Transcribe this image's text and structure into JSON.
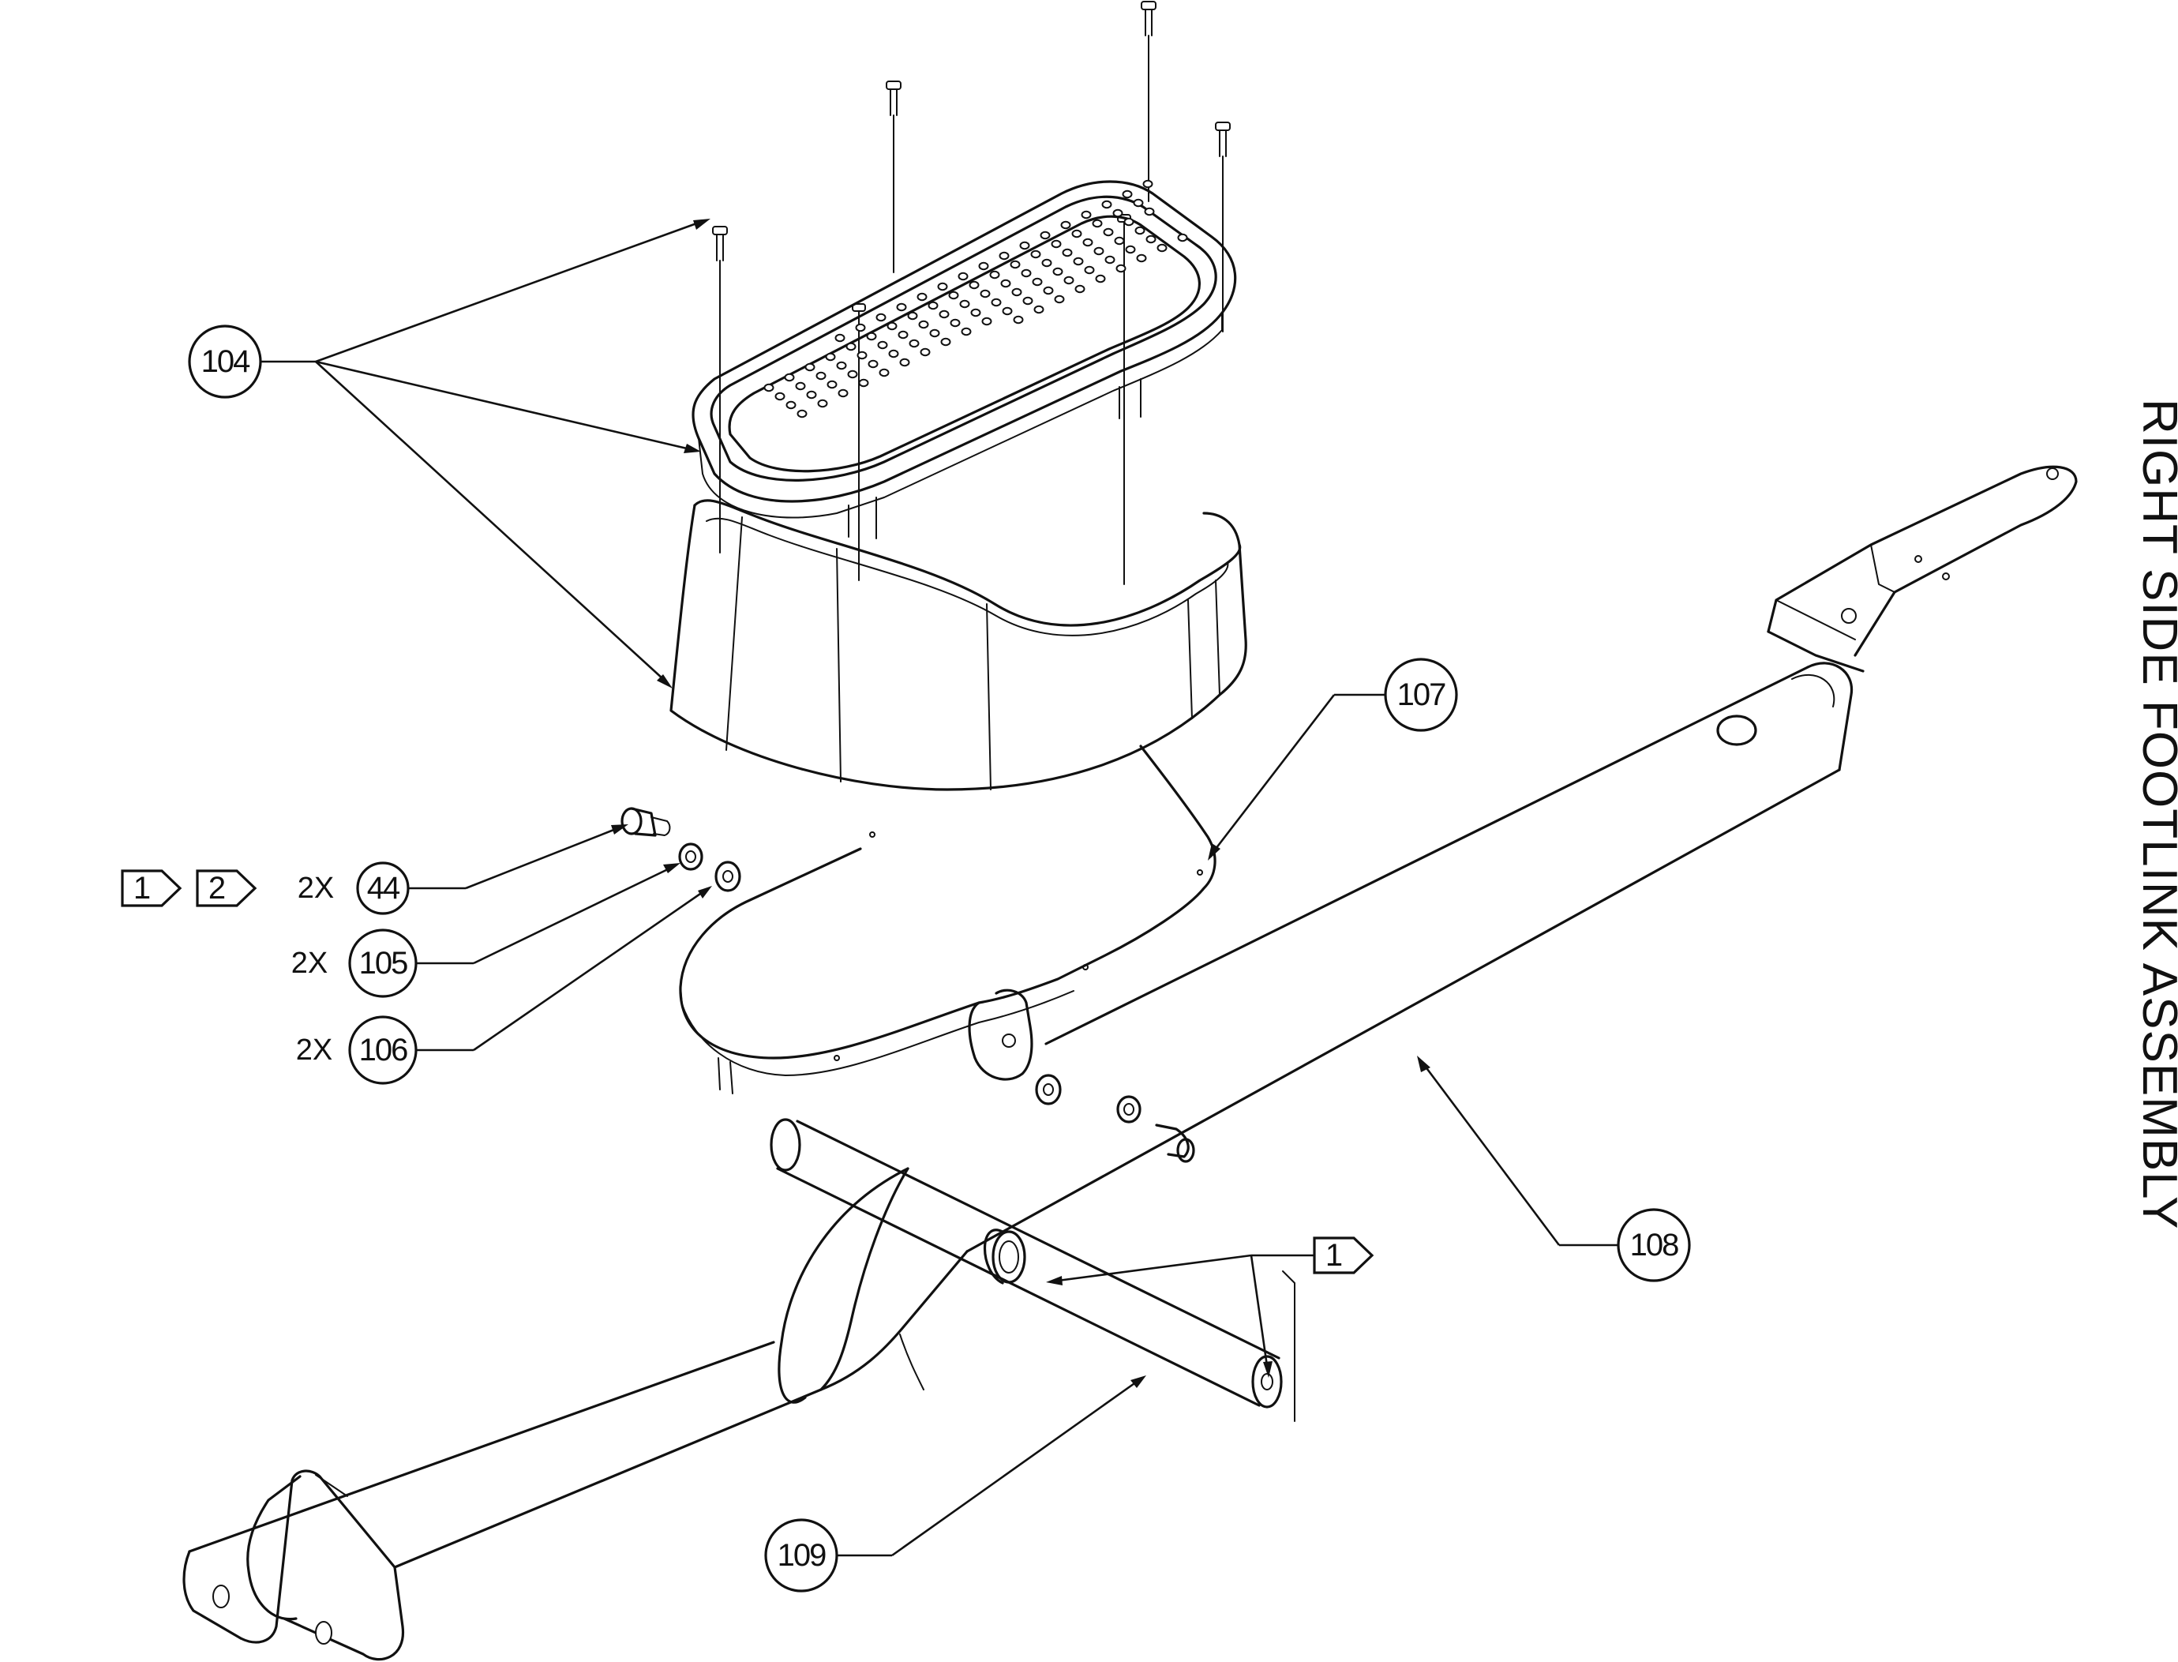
{
  "title": "RIGHT SIDE FOOTLINK ASSEMBLY",
  "callouts": {
    "p104": "104",
    "p107": "107",
    "p108": "108",
    "p109": "109",
    "p44": "44",
    "p105": "105",
    "p106": "106"
  },
  "quantities": {
    "q44": "2X",
    "q105": "2X",
    "q106": "2X"
  },
  "notes": {
    "flag1_top": "1",
    "flag2_top": "2",
    "flag1_right": "1"
  }
}
